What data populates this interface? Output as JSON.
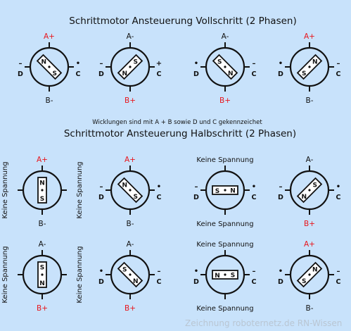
{
  "titles": {
    "full": "Schrittmotor Ansteuerung  Vollschritt (2 Phasen)",
    "half": "Schrittmotor Ansteuerung  Halbschritt (2 Phasen)"
  },
  "note": "Wicklungen sind mit A + B  sowie D und C gekennzeichet",
  "credit": "Zeichnung roboternetz.de RN-Wissen",
  "colors": {
    "background": "#c8e2fb",
    "active": "#e8141b",
    "text": "#111111"
  },
  "diagrams": [
    {
      "id": "full-1",
      "rotor_angle": -45,
      "magnet": [
        "N",
        "S"
      ],
      "top": {
        "text": "A+",
        "red": true
      },
      "bottom": {
        "text": "B-",
        "red": false
      },
      "left": {
        "text": "D",
        "mark": "–"
      },
      "right": {
        "text": "C",
        "mark": "•"
      }
    },
    {
      "id": "full-2",
      "rotor_angle": 45,
      "magnet": [
        "S",
        "N"
      ],
      "top": {
        "text": "A-",
        "red": false
      },
      "bottom": {
        "text": "B+",
        "red": true
      },
      "left": {
        "text": "D",
        "mark": "–"
      },
      "right": {
        "text": "C",
        "mark": "+"
      }
    },
    {
      "id": "full-3",
      "rotor_angle": -45,
      "magnet": [
        "S",
        "N"
      ],
      "top": {
        "text": "A-",
        "red": false
      },
      "bottom": {
        "text": "B+",
        "red": true
      },
      "left": {
        "text": "D",
        "mark": "•"
      },
      "right": {
        "text": "C",
        "mark": "–"
      }
    },
    {
      "id": "full-4",
      "rotor_angle": 45,
      "magnet": [
        "N",
        "S"
      ],
      "top": {
        "text": "A+",
        "red": true
      },
      "bottom": {
        "text": "B-",
        "red": false
      },
      "left": {
        "text": "D",
        "mark": "•"
      },
      "right": {
        "text": "C",
        "mark": "–"
      }
    },
    {
      "id": "half-1",
      "rotor_angle": 0,
      "magnet": [
        "N",
        "S"
      ],
      "top": {
        "text": "A+",
        "red": true
      },
      "bottom": {
        "text": "B-",
        "red": false
      },
      "left": {
        "text": "Keine Spannung",
        "vertical": true
      },
      "right": {
        "text": "Keine Spannung",
        "vertical": true
      }
    },
    {
      "id": "half-2",
      "rotor_angle": -45,
      "magnet": [
        "N",
        "S"
      ],
      "top": {
        "text": "A+",
        "red": true
      },
      "bottom": {
        "text": "B-",
        "red": false
      },
      "left": {
        "text": "D",
        "mark": "–"
      },
      "right": {
        "text": "C",
        "mark": "•"
      }
    },
    {
      "id": "half-3",
      "rotor_angle": 90,
      "magnet": [
        "N",
        "S"
      ],
      "top": {
        "text": "Keine Spannung",
        "red": false,
        "wide": true
      },
      "bottom": {
        "text": "Keine Spannung",
        "red": false,
        "wide": true
      },
      "left": {
        "text": "D",
        "mark": "–"
      },
      "right": {
        "text": "C",
        "mark": "•"
      }
    },
    {
      "id": "half-4",
      "rotor_angle": 45,
      "magnet": [
        "S",
        "N"
      ],
      "top": {
        "text": "A-",
        "red": false
      },
      "bottom": {
        "text": "B+",
        "red": true
      },
      "left": {
        "text": "D",
        "mark": "–"
      },
      "right": {
        "text": "C",
        "mark": "•"
      }
    },
    {
      "id": "half-5",
      "rotor_angle": 0,
      "magnet": [
        "S",
        "N"
      ],
      "top": {
        "text": "A-",
        "red": false
      },
      "bottom": {
        "text": "B+",
        "red": true
      },
      "left": {
        "text": "Keine Spannung",
        "vertical": true
      },
      "right": {
        "text": "Keine Spannung",
        "vertical": true
      }
    },
    {
      "id": "half-6",
      "rotor_angle": -45,
      "magnet": [
        "S",
        "N"
      ],
      "top": {
        "text": "A-",
        "red": false
      },
      "bottom": {
        "text": "B+",
        "red": true
      },
      "left": {
        "text": "D",
        "mark": "•"
      },
      "right": {
        "text": "C",
        "mark": "–"
      }
    },
    {
      "id": "half-7",
      "rotor_angle": 90,
      "magnet": [
        "S",
        "N"
      ],
      "top": {
        "text": "Keine Spannung",
        "red": false,
        "wide": true
      },
      "bottom": {
        "text": "Keine Spannung",
        "red": false,
        "wide": true
      },
      "left": {
        "text": "D",
        "mark": "•"
      },
      "right": {
        "text": "C",
        "mark": "–"
      }
    },
    {
      "id": "half-8",
      "rotor_angle": 45,
      "magnet": [
        "N",
        "S"
      ],
      "top": {
        "text": "A+",
        "red": true
      },
      "bottom": {
        "text": "B-",
        "red": false
      },
      "left": {
        "text": "D",
        "mark": "•"
      },
      "right": {
        "text": "C",
        "mark": "–"
      }
    }
  ]
}
